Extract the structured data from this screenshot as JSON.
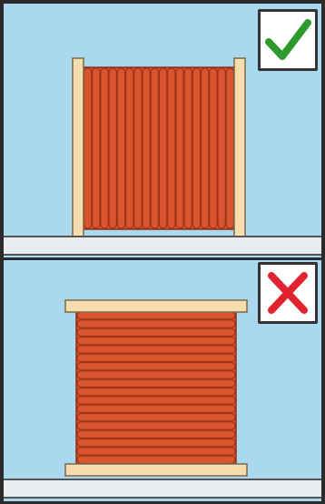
{
  "panels": [
    {
      "id": "correct",
      "verdict": "correct",
      "badge_icon": "checkmark-icon",
      "badge_color": "#2e9a2e",
      "reel_orientation": "upright"
    },
    {
      "id": "incorrect",
      "verdict": "incorrect",
      "badge_icon": "cross-icon",
      "badge_color": "#e0232e",
      "reel_orientation": "flat"
    }
  ],
  "colors": {
    "background": "#a9d8ef",
    "floor": "#e8ecee",
    "cable": "#d9542f",
    "cable_shadow": "#9e3418",
    "flange": "#f7dcae",
    "outline": "#333333"
  }
}
